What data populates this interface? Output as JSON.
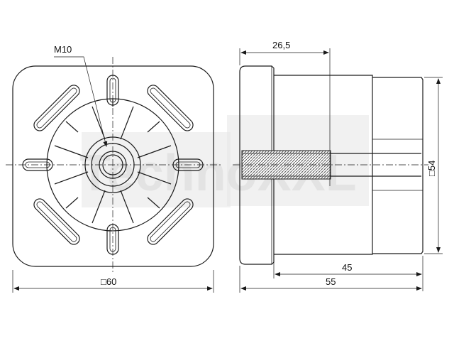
{
  "watermark": "TechnoXXL",
  "labels": {
    "thread": "M10",
    "depth": "26,5",
    "width_front": "□60",
    "height_side": "□54",
    "length_body": "45",
    "length_total": "55"
  },
  "colors": {
    "line": "#1a1a1a",
    "watermark": "#dcdcdc"
  }
}
